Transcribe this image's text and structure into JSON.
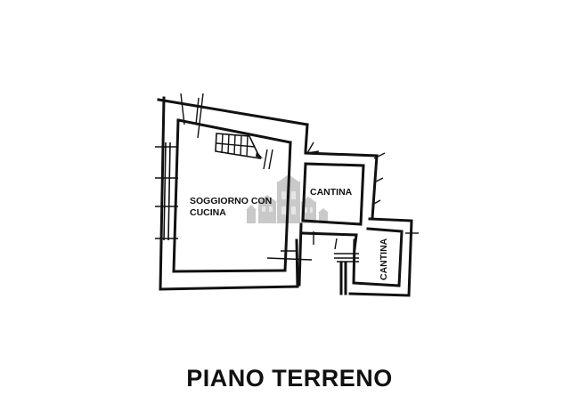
{
  "floor_plan": {
    "title": "PIANO TERRENO",
    "rooms": [
      {
        "id": "soggiorno",
        "label_line1": "SOGGIORNO CON",
        "label_line2": "CUCINA"
      },
      {
        "id": "cantina-1",
        "label": "CANTINA"
      },
      {
        "id": "cantina-2",
        "label": "CANTINA",
        "orientation": "vertical"
      }
    ],
    "features": [
      "staircase",
      "watermark-houses-logo"
    ],
    "colors": {
      "ink": "#111111",
      "background": "#ffffff",
      "watermark": "#c9c9c9"
    }
  }
}
